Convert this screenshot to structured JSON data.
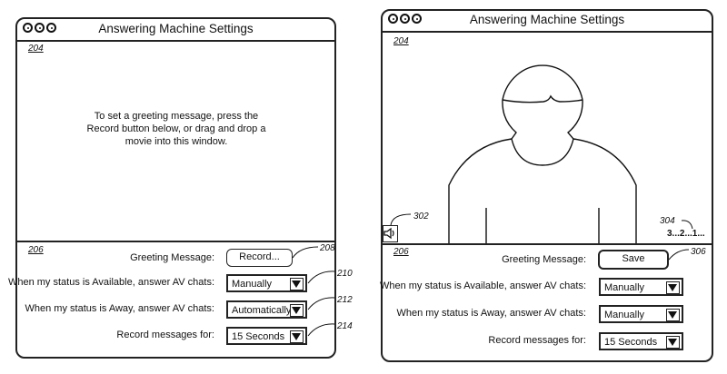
{
  "left_window": {
    "title": "Answering Machine Settings",
    "ref_video": "204",
    "ref_settings": "206",
    "message": "To set a greeting message, press the Record button below, or drag and drop a movie into this window.",
    "greeting_label": "Greeting Message:",
    "greeting_button": "Record...",
    "ref_button": "208",
    "available_label": "When my status is Available, answer AV chats:",
    "available_value": "Manually",
    "ref_available": "210",
    "away_label": "When my status is Away, answer AV chats:",
    "away_value": "Automatically",
    "ref_away": "212",
    "record_label": "Record messages for:",
    "record_value": "15 Seconds",
    "ref_record": "214"
  },
  "right_window": {
    "title": "Answering Machine Settings",
    "ref_video": "204",
    "ref_speaker": "302",
    "ref_countdown": "304",
    "countdown": "3...2...1...",
    "ref_settings": "206",
    "greeting_label": "Greeting Message:",
    "greeting_button": "Save",
    "ref_button": "306",
    "available_label": "When my status is Available, answer AV chats:",
    "available_value": "Manually",
    "away_label": "When my status is Away, answer AV chats:",
    "away_value": "Manually",
    "record_label": "Record messages for:",
    "record_value": "15 Seconds"
  }
}
